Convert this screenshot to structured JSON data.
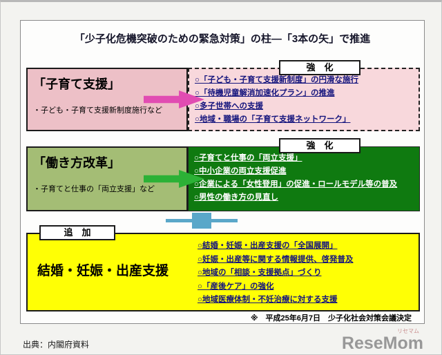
{
  "page": {
    "source": "出典：内閣府資料",
    "logo_text": "ReseMom",
    "logo_ruby": "リセマム"
  },
  "diagram": {
    "title": "「少子化危機突破のための緊急対策」の柱―「3本の矢」で推進",
    "note": "※　平成25年6月7日　少子化社会対策会議決定"
  },
  "blocks": [
    {
      "name": "子育て支援",
      "label": "「子育て支援」",
      "sublabel": "・子ども・子育て支援新制度施行など",
      "badge": "強　化",
      "items": [
        "○「子ども・子育て支援新制度」の円滑な施行",
        "○「待機児童解消加速化プラン」の推進",
        "○多子世帯への支援",
        "○地域・職場の「子育て支援ネットワーク」"
      ]
    },
    {
      "name": "働き方改革",
      "label": "「働き方改革」",
      "sublabel": "・子育てと仕事の「両立支援」など",
      "badge": "強　化",
      "items": [
        "○子育てと仕事の「両立支援」",
        "○中小企業の両立支援促進",
        "○企業による「女性登用」の促進・ロールモデル等の普及",
        "○男性の働き方の見直し"
      ]
    },
    {
      "name": "結婚・妊娠・出産支援",
      "label": "結婚・妊娠・出産支援",
      "badge": "追　加",
      "items": [
        "○結婚・妊娠・出産支援の「全国展開」",
        "○妊娠・出産等に関する情報提供、啓発普及",
        "○地域の「相談・支援拠点」づくり",
        "○「産後ケア」の強化",
        "○地域医療体制・不妊治療に対する支援"
      ]
    }
  ],
  "colors": {
    "pink_left": "#edc0c7",
    "pink_right": "#f8d8dc",
    "olive_left": "#a4bd75",
    "green_right": "#0f7a10",
    "yellow": "#ffff05",
    "arrow_pink": "#e14cb2",
    "arrow_green": "#2cb136",
    "connector_blue": "#5aa7c9",
    "item_text_navy": "#14147d"
  }
}
